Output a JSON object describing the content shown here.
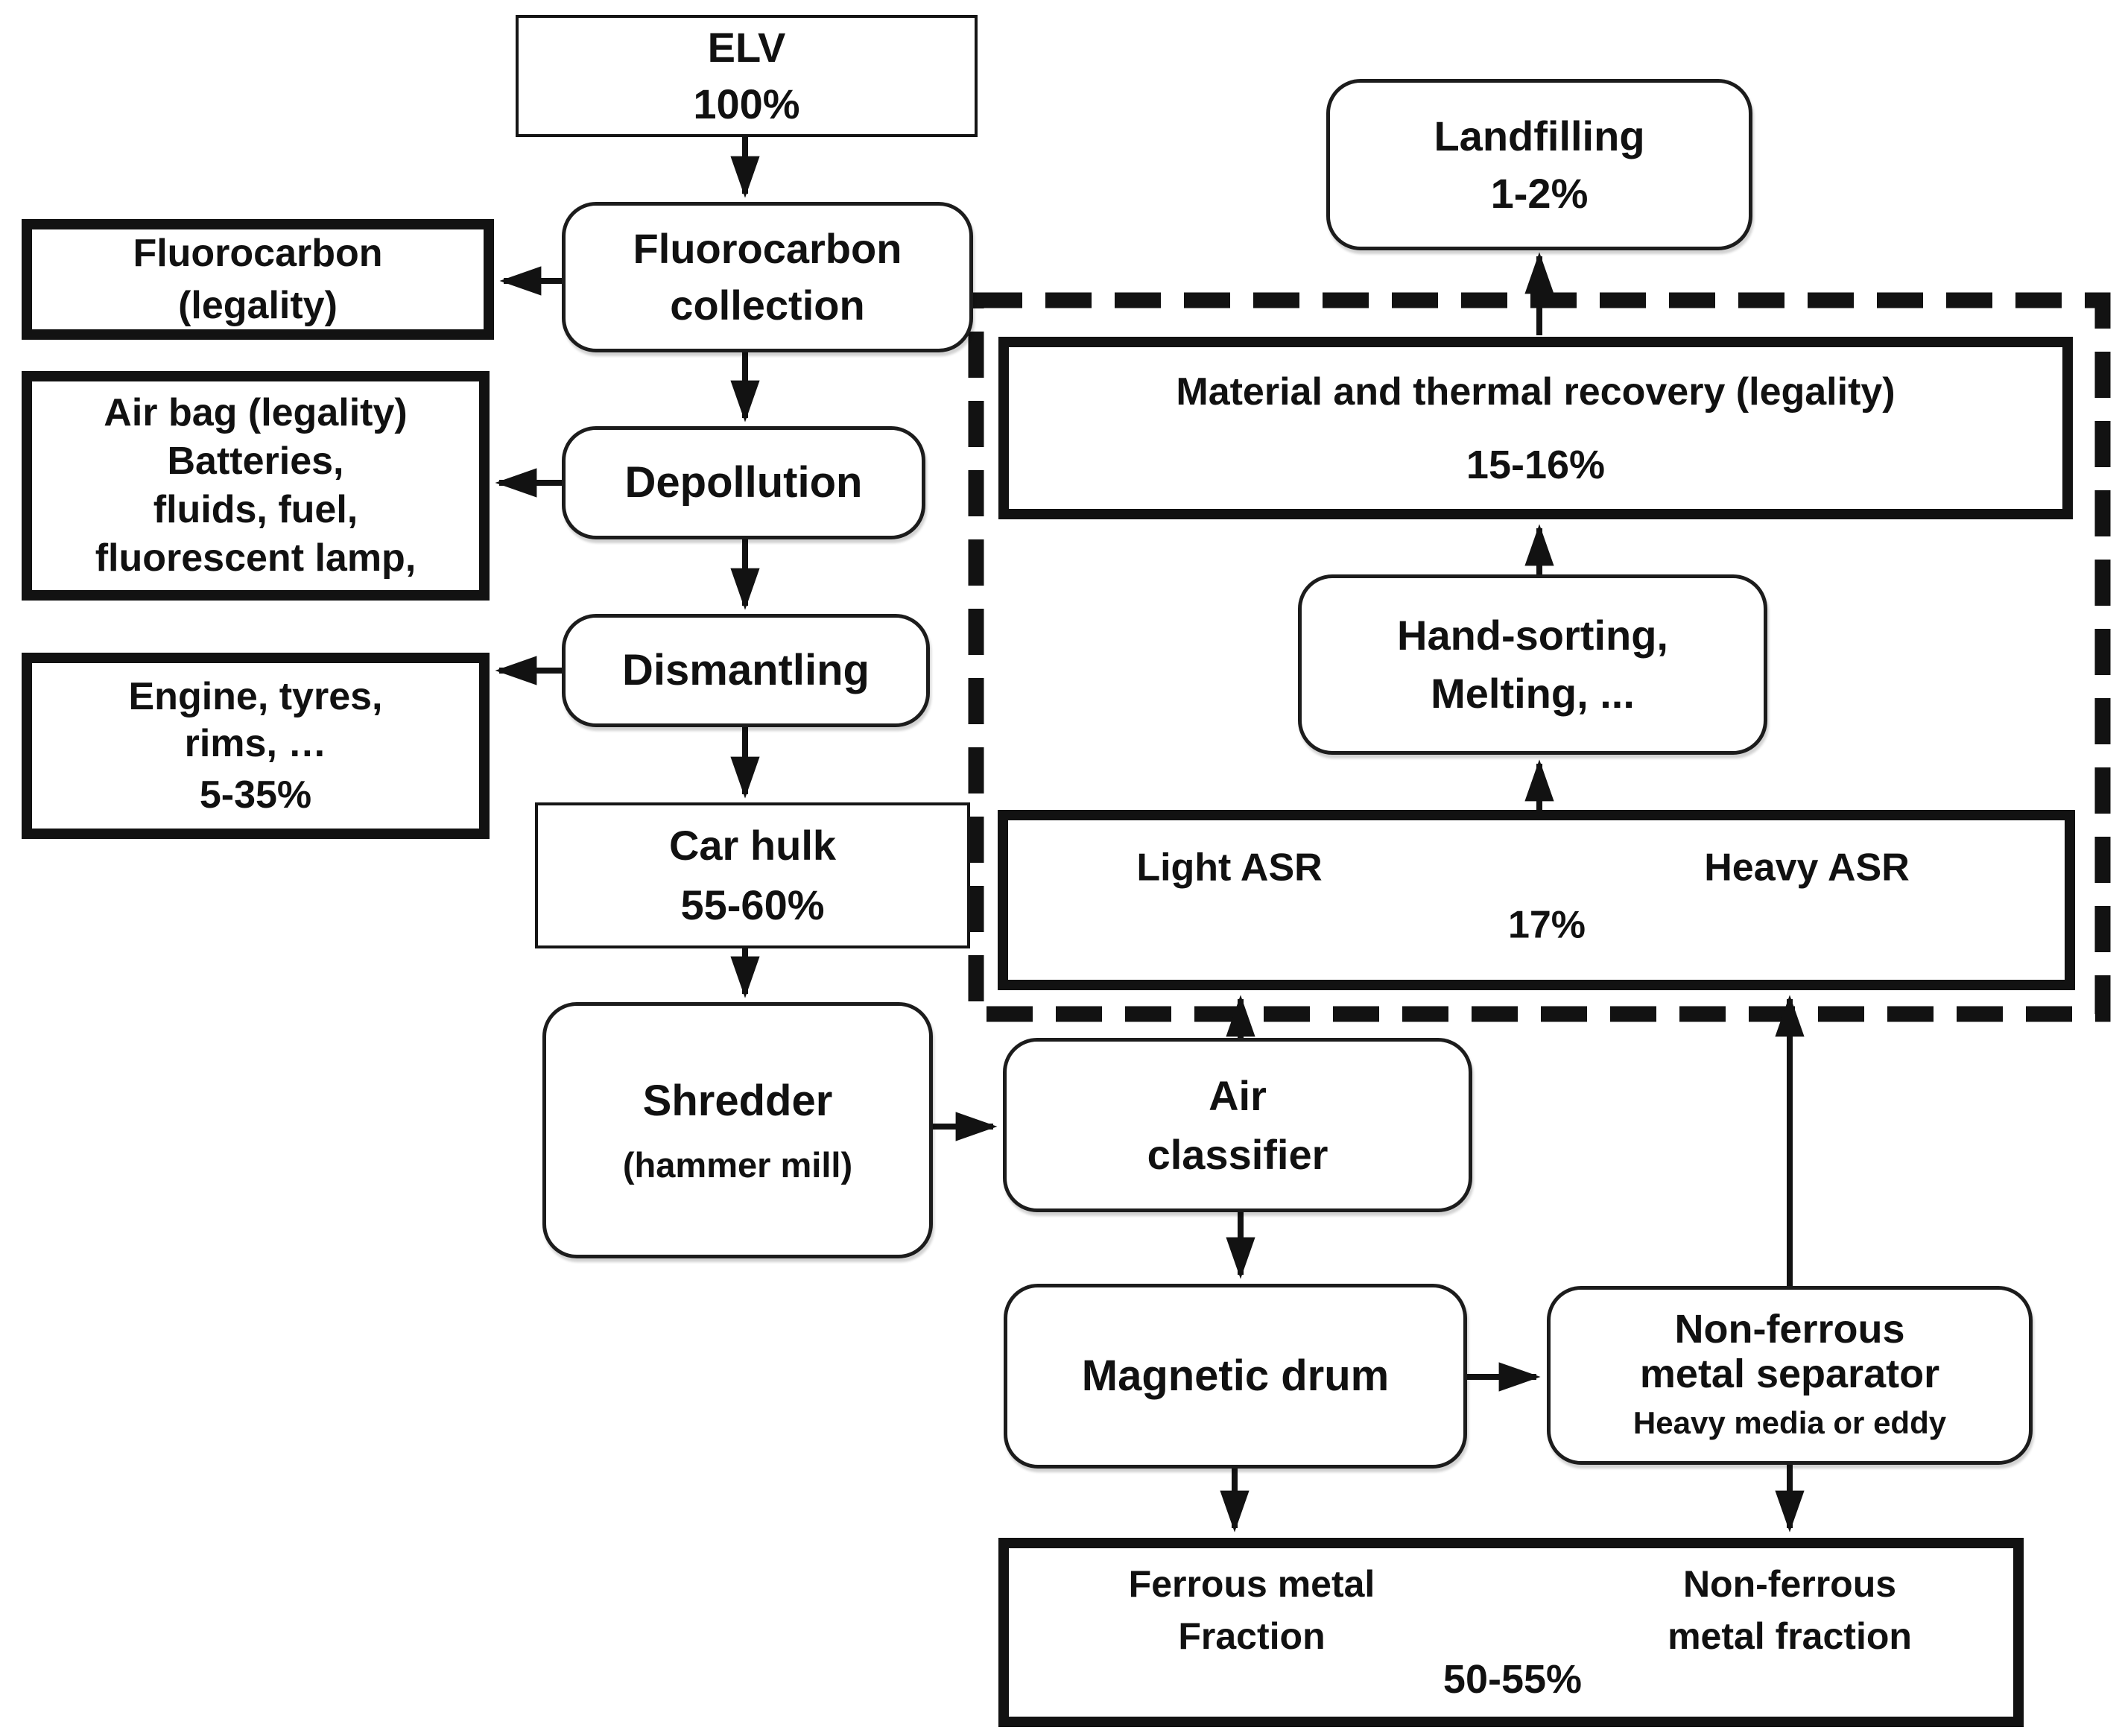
{
  "nodes": {
    "elv": {
      "lines": [
        "ELV",
        "100%"
      ]
    },
    "fluorocarbon_collection": {
      "lines": [
        "Fluorocarbon",
        "collection"
      ]
    },
    "fluorocarbon_legality": {
      "lines": [
        "Fluorocarbon",
        "(legality)"
      ]
    },
    "airbag_batteries": {
      "lines": [
        "Air bag (legality)",
        "Batteries,",
        "fluids, fuel,",
        "fluorescent lamp,"
      ]
    },
    "depollution": {
      "lines": [
        "Depollution"
      ]
    },
    "dismantling": {
      "lines": [
        "Dismantling"
      ]
    },
    "engine_tyres": {
      "lines": [
        "Engine, tyres,",
        "rims, …",
        "5-35%"
      ]
    },
    "car_hulk": {
      "lines": [
        "Car hulk",
        "55-60%"
      ]
    },
    "shredder": {
      "lines": [
        "Shredder",
        "(hammer mill)"
      ]
    },
    "air_classifier": {
      "lines": [
        "Air",
        "classifier"
      ]
    },
    "magnetic_drum": {
      "lines": [
        "Magnetic drum"
      ]
    },
    "nonferrous_separator": {
      "lines": [
        "Non-ferrous",
        "metal separator",
        "Heavy media or eddy"
      ]
    },
    "landfilling": {
      "lines": [
        "Landfilling",
        "1-2%"
      ]
    },
    "material_recovery": {
      "lines": [
        "Material and thermal recovery (legality)",
        "15-16%"
      ]
    },
    "hand_sorting": {
      "lines": [
        "Hand-sorting,",
        "Melting, ..."
      ]
    },
    "asr": {
      "left": "Light ASR",
      "right": "Heavy ASR",
      "value": "17%"
    },
    "fractions": {
      "left_lines": [
        "Ferrous metal",
        "Fraction"
      ],
      "right_lines": [
        "Non-ferrous",
        "metal fraction"
      ],
      "value": "50-55%"
    }
  },
  "colors": {
    "ink": "#111111",
    "background": "#ffffff"
  }
}
